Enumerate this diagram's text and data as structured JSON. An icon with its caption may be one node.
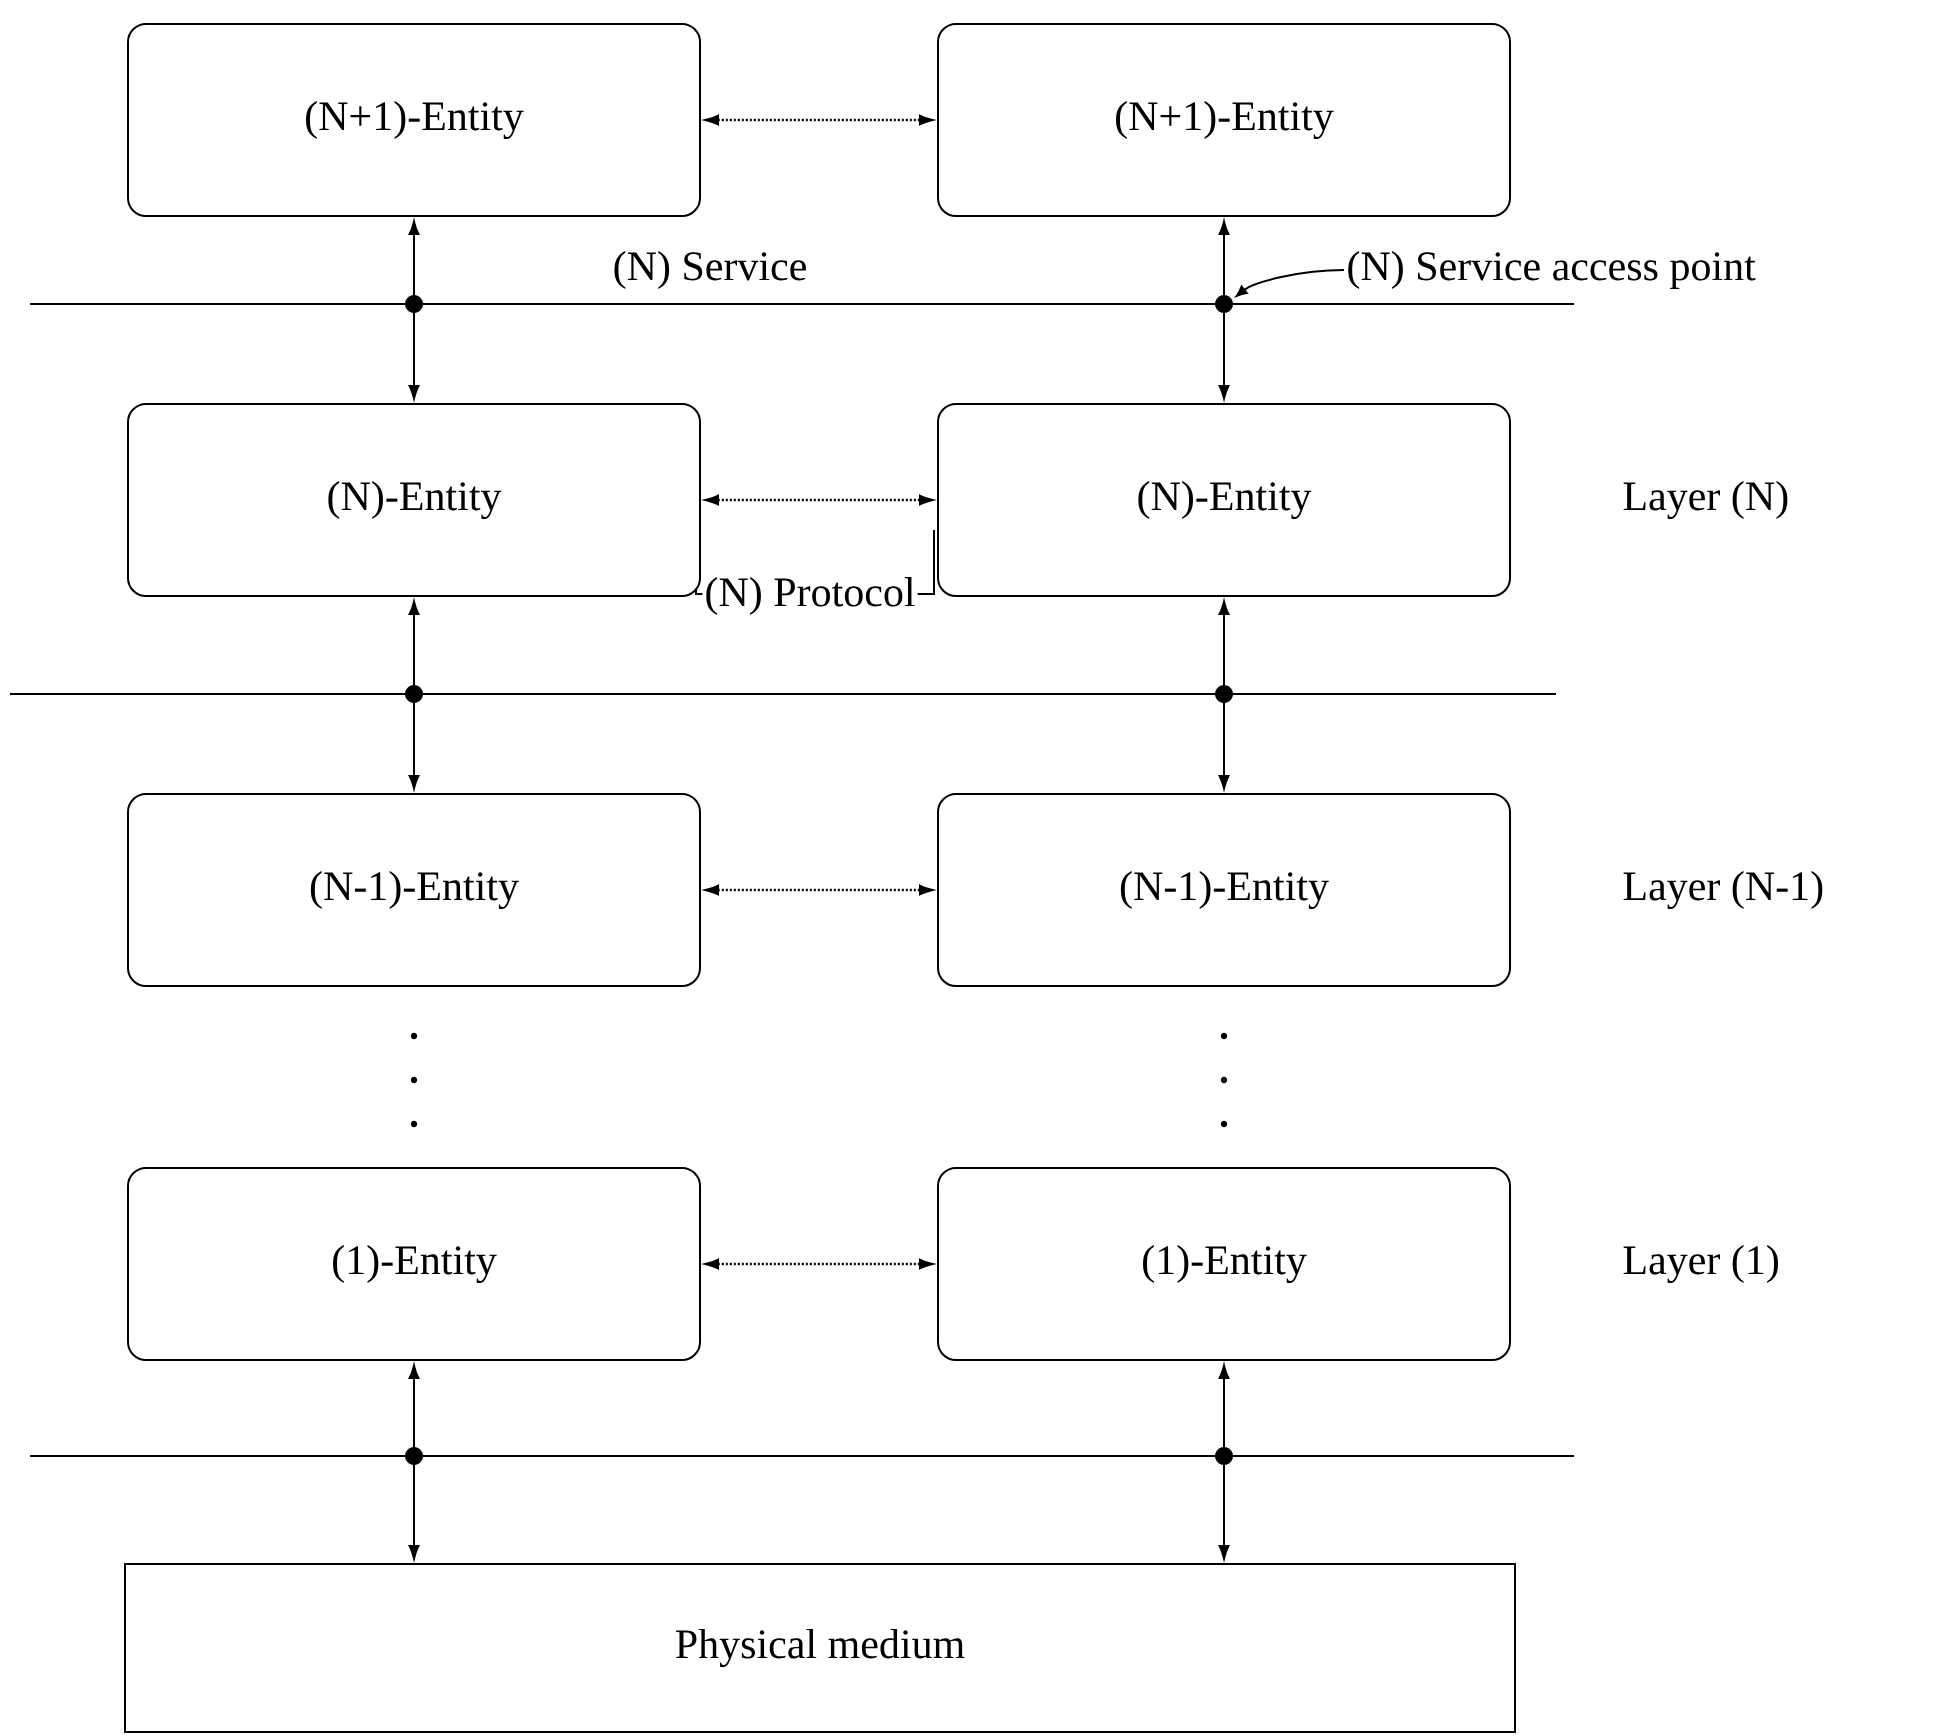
{
  "diagram": {
    "nodes": [
      {
        "text": [
          "(N+1)-Entity"
        ]
      },
      {
        "text": [
          "(N+1)-Entity"
        ]
      },
      {
        "text": [
          "(N)-Entity"
        ]
      },
      {
        "text": [
          "(N)-Entity"
        ]
      },
      {
        "text": [
          "(N-1)-Entity"
        ]
      },
      {
        "text": [
          "(N-1)-Entity"
        ]
      },
      {
        "text": [
          "(1)-Entity"
        ]
      },
      {
        "text": [
          "(1)-Entity"
        ]
      },
      {
        "text": [
          "Physical medium"
        ]
      },
      {
        "text": [
          "(N) Service access point"
        ]
      }
    ],
    "edges": [
      {
        "from": 0,
        "to": 1,
        "arrow": "both",
        "style": "dashed"
      },
      {
        "from": 0,
        "to": 2,
        "arrow": "both"
      },
      {
        "from": 1,
        "to": 3,
        "arrow": "both"
      },
      {
        "from": 2,
        "to": 3,
        "arrow": "both",
        "style": "dashed"
      },
      {
        "from": 2,
        "to": 4,
        "arrow": "both"
      },
      {
        "from": 3,
        "to": 5,
        "arrow": "both"
      },
      {
        "from": 4,
        "to": 5,
        "arrow": "both",
        "style": "dashed"
      },
      {
        "from": 6,
        "to": 7,
        "arrow": "both",
        "style": "dashed"
      },
      {
        "from": 6,
        "to": 8,
        "arrow": "both"
      },
      {
        "from": 7,
        "to": 8,
        "arrow": "both"
      },
      {
        "from": 9,
        "to": null,
        "arrow": "to"
      }
    ],
    "labels": [
      "(N) Service",
      "Layer (N)",
      "(N) Protocol",
      "Layer (N-1)",
      "Layer (1)"
    ]
  }
}
